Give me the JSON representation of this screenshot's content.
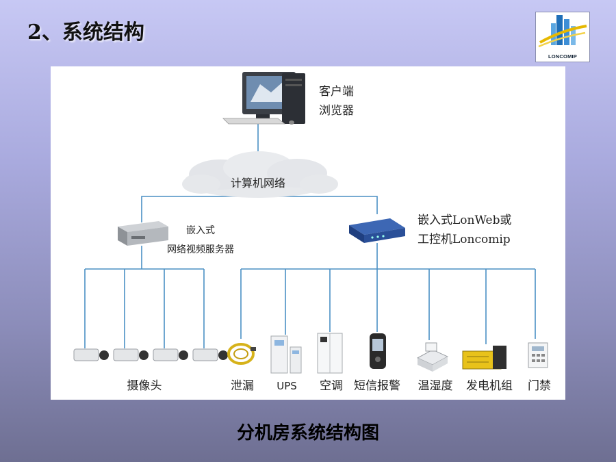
{
  "slide": {
    "title": "2、系统结构",
    "caption": "分机房系统结构图"
  },
  "logo": {
    "text": "LONCOMIP"
  },
  "diagram": {
    "client_label_1": "客户端",
    "client_label_2": "浏览器",
    "network_label": "计算机网络",
    "video_server_label_1": "嵌入式",
    "video_server_label_2": "网络视频服务器",
    "controller_label_1": "嵌入式LonWeb或",
    "controller_label_2": "工控机Loncomip",
    "camera_label": "摄像头",
    "devices": [
      {
        "icon": "leak-sensor-icon",
        "label": "泄漏"
      },
      {
        "icon": "ups-icon",
        "label": "UPS"
      },
      {
        "icon": "air-conditioner-icon",
        "label": "空调"
      },
      {
        "icon": "mobile-phone-icon",
        "label": "短信报警"
      },
      {
        "icon": "thermo-hygrometer-icon",
        "label": "温湿度"
      },
      {
        "icon": "generator-icon",
        "label": "发电机组"
      },
      {
        "icon": "access-control-icon",
        "label": "门禁"
      }
    ]
  },
  "colors": {
    "line": "#4a8fc4",
    "panel": "#ffffff",
    "generator": "#e8c21a"
  }
}
